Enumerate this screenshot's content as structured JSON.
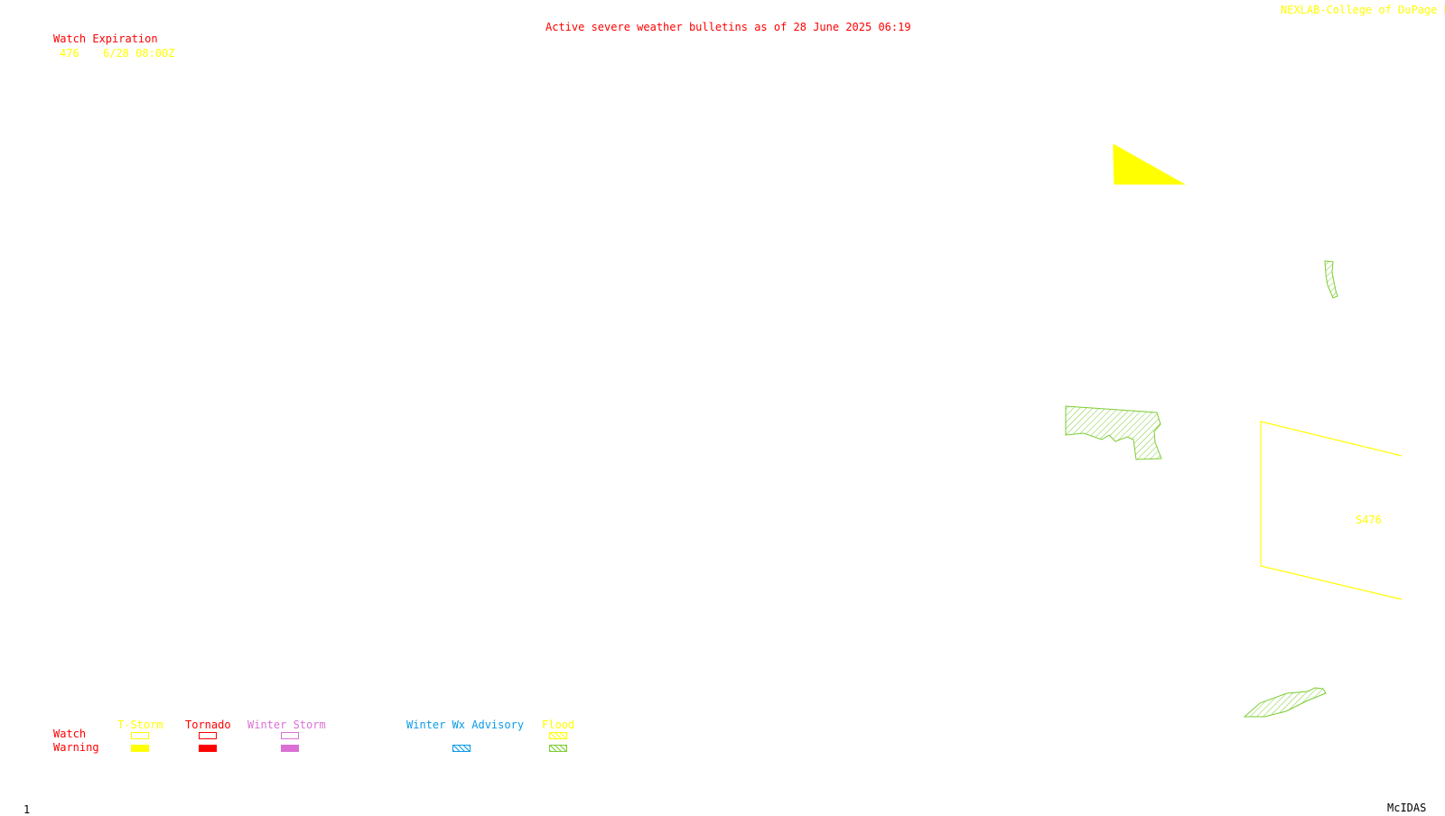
{
  "header": {
    "title": "Active severe weather bulletins as of 28 June 2025 06:19",
    "source": "NEXLAB-College of DuPage R"
  },
  "watch_expiration": {
    "heading": "Watch Expiration",
    "entries": [
      {
        "number": "476",
        "expires": "6/28 08:00Z"
      }
    ]
  },
  "map_labels": {
    "watch_label": "S476"
  },
  "legend": {
    "row_watch": "Watch",
    "row_warning": "Warning",
    "columns": [
      {
        "label": "T-Storm",
        "color": "#ffff00",
        "watch_style": "outline",
        "warning_style": "solid"
      },
      {
        "label": "Tornado",
        "color": "#ff0000",
        "watch_style": "outline",
        "warning_style": "solid"
      },
      {
        "label": "Winter Storm",
        "color": "#da70d6",
        "watch_style": "outline",
        "warning_style": "solid"
      },
      {
        "label": "Winter Wx Advisory",
        "color": "#0a9be6",
        "watch_style": "none",
        "warning_style": "hatched"
      },
      {
        "label": "Flood",
        "color": "#ffff00",
        "warning_color": "#7ccd32",
        "watch_style": "hatched",
        "warning_style": "hatched"
      }
    ]
  },
  "footer": {
    "frame_number": "1",
    "software": "McIDAS"
  },
  "colors": {
    "background": "#ffffff",
    "thunderstorm_warning": "#ffff00",
    "thunderstorm_watch_outline": "#ffff00",
    "flood_warning": "#7ccd32",
    "title": "#ff0000"
  }
}
